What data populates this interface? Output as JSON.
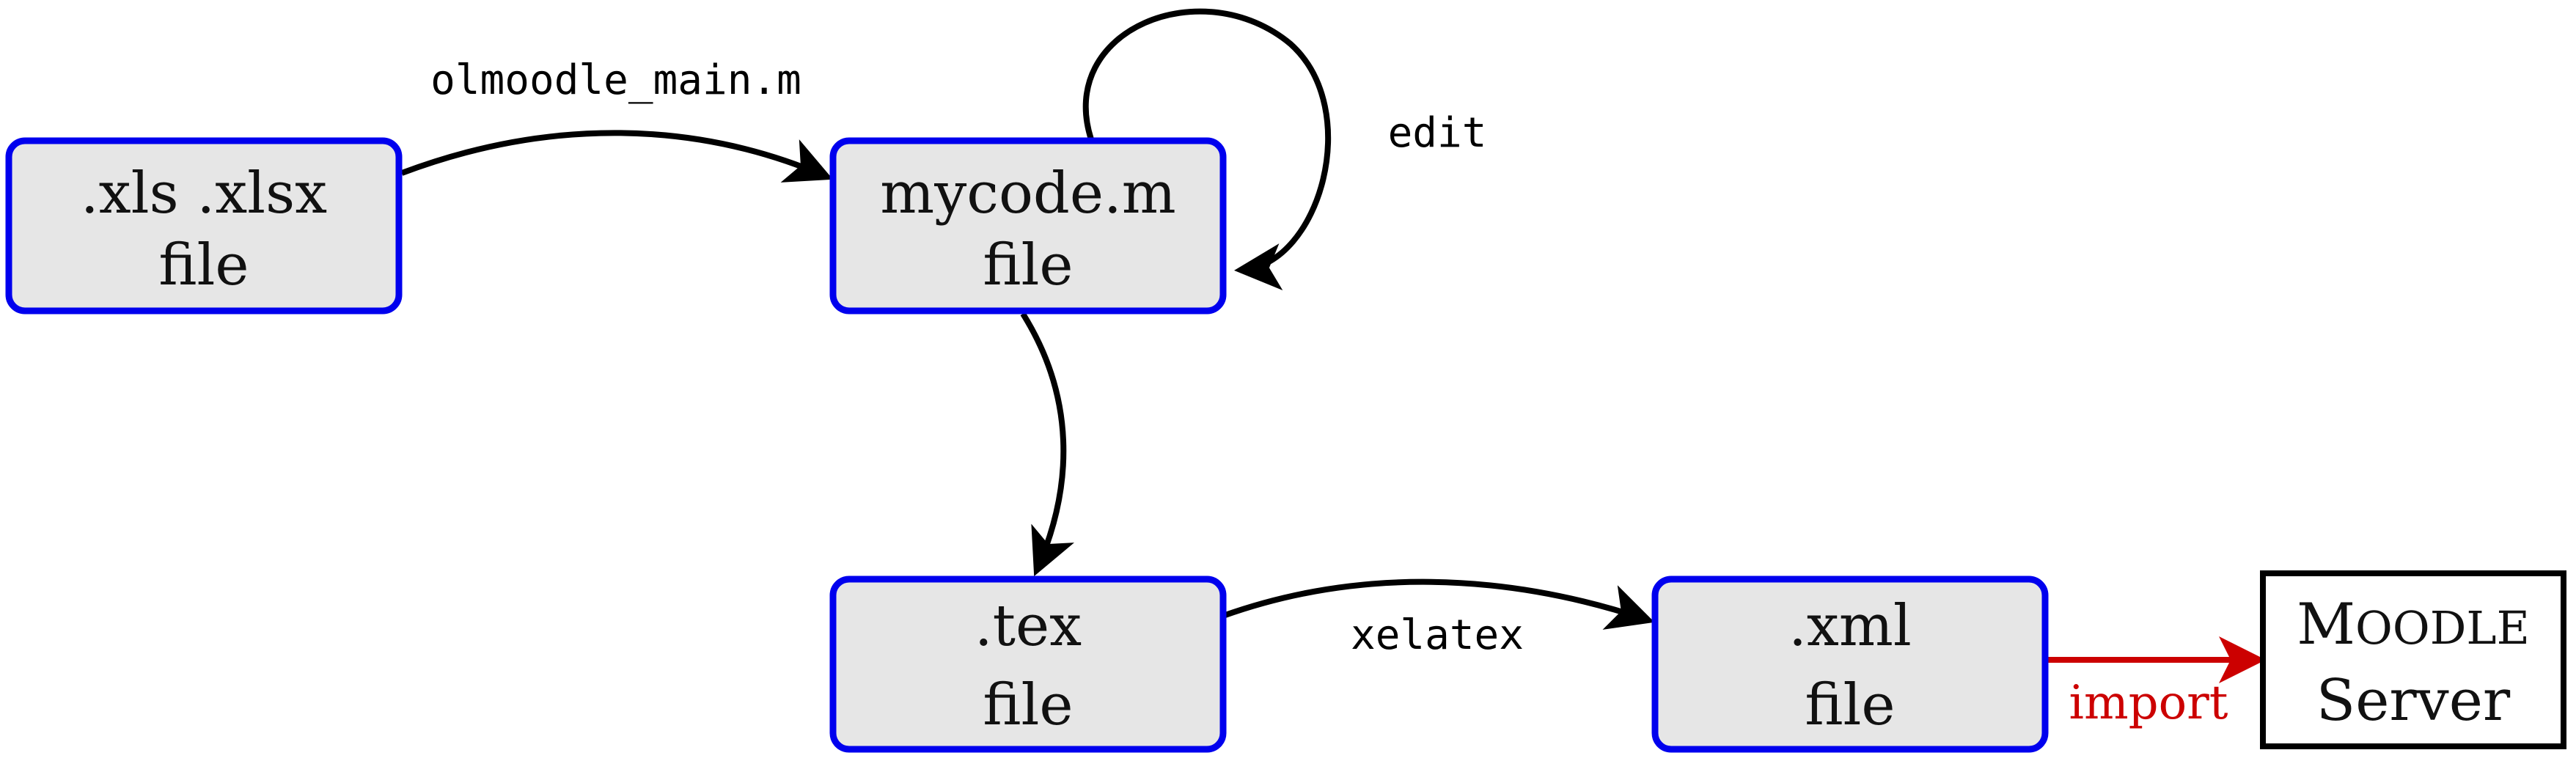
{
  "nodes": {
    "xls": {
      "line1": ".xls .xlsx",
      "line2": "file"
    },
    "mycode": {
      "line1": "mycode.m",
      "line2": "file"
    },
    "tex": {
      "line1": ".tex",
      "line2": "file"
    },
    "xml": {
      "line1": ".xml",
      "line2": "file"
    },
    "server": {
      "line1_initial": "M",
      "line1_rest": "OODLE",
      "line2": "Server"
    }
  },
  "edges": {
    "xls_to_mycode": "olmoodle_main.m",
    "mycode_loop": "edit",
    "tex_to_xml": "xelatex",
    "xml_to_server": "import"
  },
  "colors": {
    "node_border": "#0000ee",
    "node_fill": "#e6e6e6",
    "import_arrow": "#cc0000",
    "server_border": "#000000"
  }
}
